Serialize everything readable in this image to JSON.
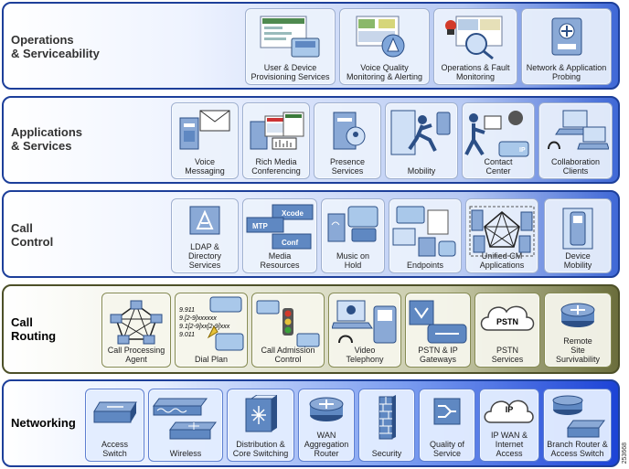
{
  "figure_id": "253668",
  "layers": [
    {
      "key": "operations",
      "title": "Operations\n& Serviceability",
      "tiles": [
        {
          "name": "user-device-provisioning",
          "icon": "provisioning-icon",
          "label": "User & Device\nProvisioning Services"
        },
        {
          "name": "voice-quality-monitoring",
          "icon": "voice-quality-icon",
          "label": "Voice Quality\nMonitoring & Alerting"
        },
        {
          "name": "operations-fault-monitoring",
          "icon": "fault-monitoring-icon",
          "label": "Operations & Fault\nMonitoring"
        },
        {
          "name": "network-application-probing",
          "icon": "probing-icon",
          "label": "Network & Application\nProbing"
        }
      ]
    },
    {
      "key": "applications",
      "title": "Applications\n& Services",
      "tiles": [
        {
          "name": "voice-messaging",
          "icon": "voice-messaging-icon",
          "label": "Voice\nMessaging"
        },
        {
          "name": "rich-media-conferencing",
          "icon": "conferencing-icon",
          "label": "Rich Media\nConferencing"
        },
        {
          "name": "presence-services",
          "icon": "presence-icon",
          "label": "Presence\nServices"
        },
        {
          "name": "mobility",
          "icon": "mobility-icon",
          "label": "Mobility"
        },
        {
          "name": "contact-center",
          "icon": "contact-center-icon",
          "label": "Contact\nCenter"
        },
        {
          "name": "collaboration-clients",
          "icon": "collaboration-icon",
          "label": "Collaboration\nClients"
        }
      ]
    },
    {
      "key": "call-control",
      "title": "Call\nControl",
      "tiles": [
        {
          "name": "ldap-directory",
          "icon": "ldap-icon",
          "label": "LDAP &\nDirectory\nServices"
        },
        {
          "name": "media-resources",
          "icon": "media-resources-icon",
          "label": "Media\nResources",
          "chips": [
            "Xcode",
            "MTP",
            "Conf"
          ]
        },
        {
          "name": "music-on-hold",
          "icon": "music-on-hold-icon",
          "label": "Music on\nHold"
        },
        {
          "name": "endpoints",
          "icon": "endpoints-icon",
          "label": "Endpoints"
        },
        {
          "name": "unified-cm-applications",
          "icon": "unified-cm-icon",
          "label": "Unified CM\nApplications"
        },
        {
          "name": "device-mobility",
          "icon": "device-mobility-icon",
          "label": "Device\nMobility"
        }
      ]
    },
    {
      "key": "call-routing",
      "title": "Call\nRouting",
      "tiles": [
        {
          "name": "call-processing-agent",
          "icon": "call-processing-icon",
          "label": "Call Processing\nAgent"
        },
        {
          "name": "dial-plan",
          "icon": "dial-plan-icon",
          "label": "Dial Plan",
          "patterns": "9.911\n9.[2-9]xxxxxx\n9.1[2-9]xx[2-9]xxx\n9.011"
        },
        {
          "name": "call-admission-control",
          "icon": "admission-control-icon",
          "label": "Call  Admission\nControl"
        },
        {
          "name": "video-telephony",
          "icon": "video-telephony-icon",
          "label": "Video\nTelephony"
        },
        {
          "name": "pstn-ip-gateways",
          "icon": "gateway-icon",
          "label": "PSTN & IP\nGateways"
        },
        {
          "name": "pstn-services",
          "icon": "pstn-cloud-icon",
          "label": "PSTN\nServices",
          "cloud_text": "PSTN"
        },
        {
          "name": "remote-site-survivability",
          "icon": "survivability-router-icon",
          "label": "Remote\nSite\nSurvivability"
        }
      ]
    },
    {
      "key": "networking",
      "title": "Networking",
      "tiles": [
        {
          "name": "access-switch",
          "icon": "access-switch-icon",
          "label": "Access\nSwitch"
        },
        {
          "name": "wireless",
          "icon": "wireless-icon",
          "label": "Wireless"
        },
        {
          "name": "distribution-core-switching",
          "icon": "core-switch-icon",
          "label": "Distribution &\nCore Switching"
        },
        {
          "name": "wan-aggregation-router",
          "icon": "wan-router-icon",
          "label": "WAN\nAggregation\nRouter"
        },
        {
          "name": "security",
          "icon": "firewall-icon",
          "label": "Security"
        },
        {
          "name": "quality-of-service",
          "icon": "qos-icon",
          "label": "Quality of\nService"
        },
        {
          "name": "ip-wan-internet-access",
          "icon": "ip-cloud-icon",
          "label": "IP WAN &\nInternet\nAccess",
          "cloud_text": "IP"
        },
        {
          "name": "branch-router-access-switch",
          "icon": "branch-router-icon",
          "label": "Branch Router &\nAccess Switch"
        }
      ]
    }
  ]
}
